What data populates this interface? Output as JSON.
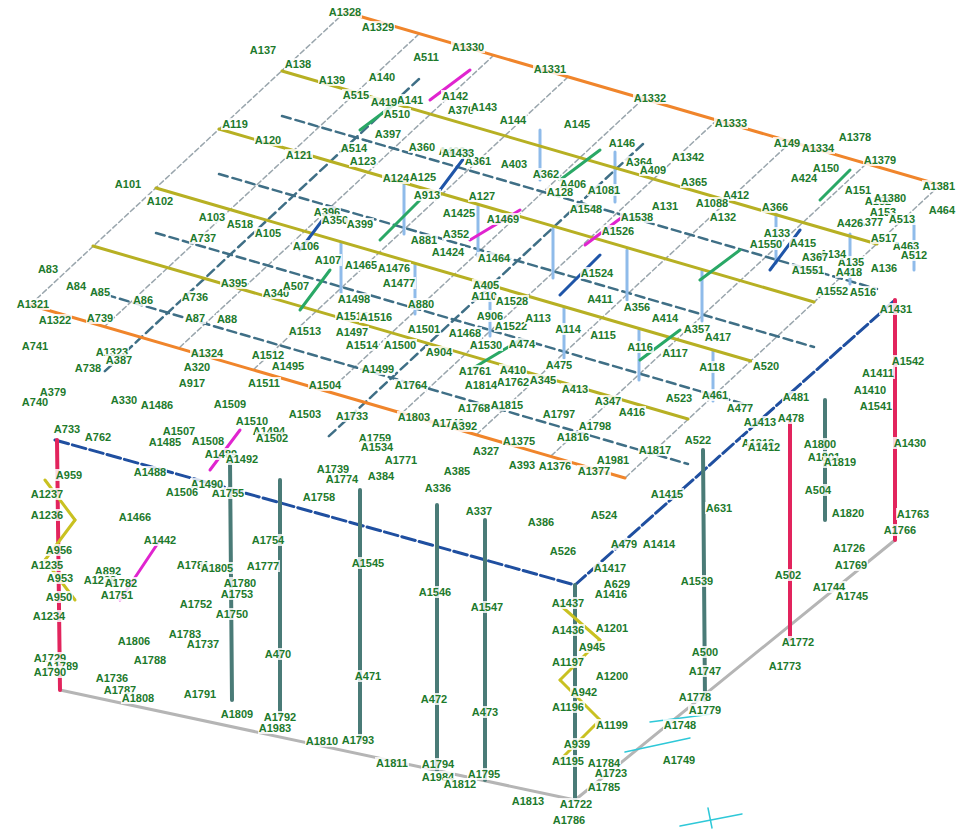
{
  "diagram": {
    "labels": [
      "A1328",
      "A1329",
      "A137",
      "A138",
      "A511",
      "A139",
      "A1330",
      "A140",
      "A515",
      "A141",
      "A419",
      "A510",
      "A142",
      "A370",
      "A143",
      "A1331",
      "A144",
      "A145",
      "A1332",
      "A146",
      "A1333",
      "A1342",
      "A1334",
      "A149",
      "A1378",
      "A1379",
      "A150",
      "A151",
      "A152",
      "A1380",
      "A1381",
      "A119",
      "A120",
      "A121",
      "A397",
      "A514",
      "A360",
      "A400",
      "A123",
      "A361",
      "A403",
      "A362",
      "A406",
      "A364",
      "A409",
      "A365",
      "A412",
      "A366",
      "A424",
      "A377",
      "A153",
      "A513",
      "A464",
      "A463",
      "A517",
      "A426",
      "A418",
      "A136",
      "A135",
      "A134",
      "A367",
      "A415",
      "A133",
      "A132",
      "A131",
      "A1088",
      "A1538",
      "A1081",
      "A1548",
      "A128",
      "A127",
      "A125",
      "A1433",
      "A913",
      "A124",
      "A101",
      "A102",
      "A103",
      "A518",
      "A737",
      "A105",
      "A396",
      "A350",
      "A399",
      "A1425",
      "A1469",
      "A352",
      "A881",
      "A106",
      "A107",
      "A1424",
      "A1464",
      "A1465",
      "A1526",
      "A1550",
      "A1551",
      "A1552",
      "A516",
      "A512",
      "A83",
      "A84",
      "A85",
      "A395",
      "A340",
      "A507",
      "A86",
      "A736",
      "A87",
      "A88",
      "A1476",
      "A1477",
      "A405",
      "A110",
      "A1524",
      "A1528",
      "A411",
      "A356",
      "A414",
      "A357",
      "A417",
      "A1321",
      "A1322",
      "A739",
      "A1498",
      "A880",
      "A1515",
      "A1516",
      "A906",
      "A1522",
      "A113",
      "A114",
      "A115",
      "A116",
      "A117",
      "A118",
      "A520",
      "A1431",
      "A1542",
      "A1411",
      "A1410",
      "A741",
      "A1323",
      "A387",
      "A1324",
      "A320",
      "A738",
      "A1513",
      "A1497",
      "A1501",
      "A1468",
      "A1530",
      "A474",
      "A1514",
      "A1500",
      "A904",
      "A1512",
      "A1495",
      "A1499",
      "A1761",
      "A475",
      "A410",
      "A345",
      "A1762",
      "A1814",
      "A1764",
      "A413",
      "A523",
      "A461",
      "A481",
      "A1541",
      "A379",
      "A330",
      "A917",
      "A1511",
      "A1504",
      "A1486",
      "A1509",
      "A740",
      "A1815",
      "A1768",
      "A347",
      "A477",
      "A1503",
      "A1733",
      "A1803",
      "A1740",
      "A392",
      "A1797",
      "A416",
      "A478",
      "A1413",
      "A1510",
      "A733",
      "A762",
      "A1507",
      "A1494",
      "A1502",
      "A1759",
      "A1534",
      "A1375",
      "A1816",
      "A1798",
      "A522",
      "A1818",
      "A1412",
      "A1800",
      "A1430",
      "A1508",
      "A1485",
      "A1489",
      "A1492",
      "A1771",
      "A327",
      "A1817",
      "A1801",
      "A1819",
      "A1376",
      "A393",
      "A1981",
      "A1377",
      "A959",
      "A1488",
      "A1739",
      "A1774",
      "A384",
      "A385",
      "A1755",
      "A1490",
      "A1506",
      "A1237",
      "A1758",
      "A336",
      "A1415",
      "A504",
      "A1236",
      "A337",
      "A524",
      "A631",
      "A1820",
      "A1763",
      "A1466",
      "A386",
      "A1766",
      "A1754",
      "A1442",
      "A479",
      "A1414",
      "A1726",
      "A956",
      "A526",
      "A1545",
      "A1235",
      "A1781",
      "A1805",
      "A1777",
      "A1417",
      "A892",
      "A502",
      "A1769",
      "A953",
      "A1238",
      "A1782",
      "A1780",
      "A1539",
      "A629",
      "A1546",
      "A1744",
      "A1416",
      "A1753",
      "A1751",
      "A950",
      "A1745",
      "A1437",
      "A1752",
      "A1547",
      "A1750",
      "A1234",
      "A1201",
      "A1436",
      "A1783",
      "A1806",
      "A1737",
      "A1772",
      "A945",
      "A500",
      "A470",
      "A1729",
      "A1788",
      "A1197",
      "A1773",
      "A1789",
      "A1747",
      "A1790",
      "A471",
      "A1200",
      "A1736",
      "A1787",
      "A942",
      "A1791",
      "A1778",
      "A472",
      "A1808",
      "A1196",
      "A1779",
      "A473",
      "A1809",
      "A1792",
      "A1748",
      "A1199",
      "A1983",
      "A1793",
      "A1810",
      "A939",
      "A1749",
      "A1195",
      "A1811",
      "A1784",
      "A1794",
      "A1723",
      "A1795",
      "A1984",
      "A1812",
      "A1785",
      "A1813",
      "A1722",
      "A1786"
    ]
  }
}
